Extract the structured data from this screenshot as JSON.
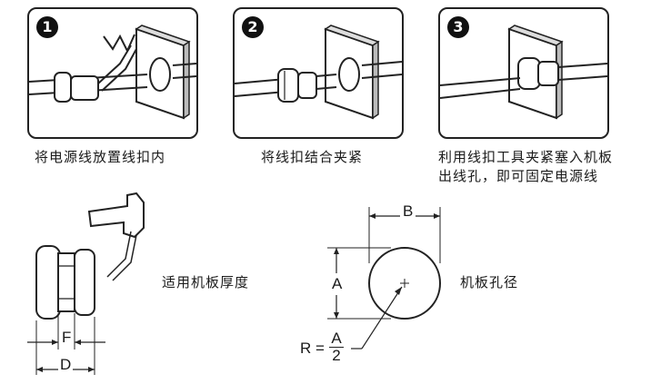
{
  "steps": [
    {
      "number": "1",
      "caption": "将电源线放置线扣内"
    },
    {
      "number": "2",
      "caption": "将线扣结合夹紧"
    },
    {
      "number": "3",
      "caption_line1": "利用线扣工具夹紧塞入机板",
      "caption_line2": "出线孔，即可固定电源线"
    }
  ],
  "thickness_diagram": {
    "label": "适用机板厚度",
    "dim_f": "F",
    "dim_d": "D"
  },
  "hole_diagram": {
    "label": "机板孔径",
    "dim_a": "A",
    "dim_b": "B",
    "radius_prefix": "R =",
    "radius_num": "A",
    "radius_den": "2"
  }
}
